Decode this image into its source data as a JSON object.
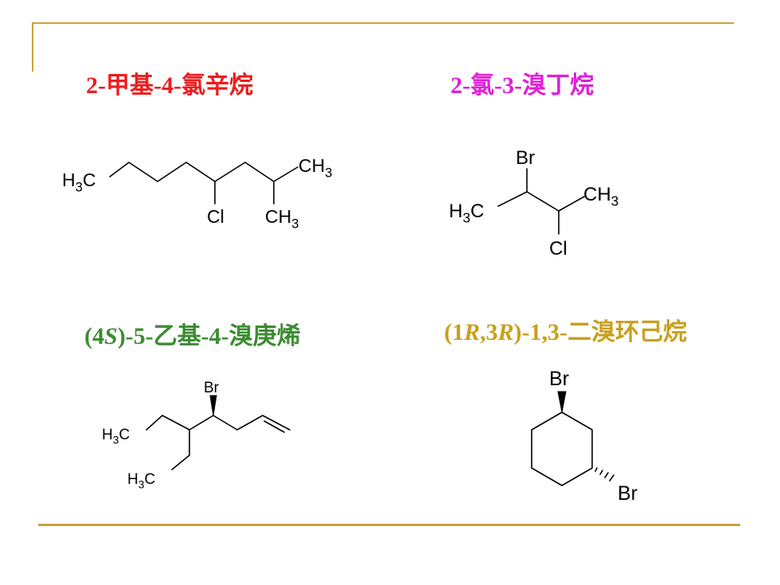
{
  "colors": {
    "accent_gold": "#c9a23a",
    "red": "#ee1c1c",
    "magenta": "#e020d8",
    "green": "#3c8c32",
    "gold_text": "#c8a020"
  },
  "slide": {
    "structures": [
      {
        "name": "2-甲基-4-氯辛烷",
        "name_color": "#ee1c1c",
        "labels": {
          "h3c": "H3C",
          "ch3_top": "CH3",
          "cl": "Cl",
          "ch3_bottom": "CH3"
        }
      },
      {
        "name": "2-氯-3-溴丁烷",
        "name_color": "#e020d8",
        "labels": {
          "br": "Br",
          "h3c": "H3C",
          "ch3": "CH3",
          "cl": "Cl"
        }
      },
      {
        "name_prefix": "(4",
        "name_italic": "S",
        "name_suffix": ")-5-乙基-4-溴庚烯",
        "name_color": "#3c8c32",
        "labels": {
          "br": "Br",
          "h3c_top": "H3C",
          "h3c_bottom": "H3C"
        }
      },
      {
        "name_p1": "(1",
        "name_i1": "R",
        "name_p2": ",3",
        "name_i2": "R",
        "name_p3": ")-1,3-二溴环己烷",
        "name_color": "#c8a020",
        "labels": {
          "br_top": "Br",
          "br_right": "Br"
        }
      }
    ]
  }
}
